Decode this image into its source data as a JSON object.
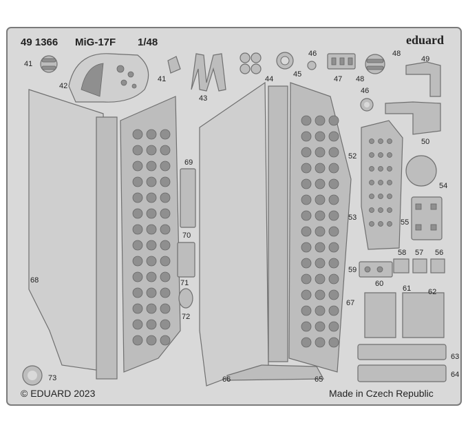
{
  "header": {
    "set_number": "49 1366",
    "model": "MiG-17F",
    "scale": "1/48",
    "brand": "eduard"
  },
  "footer": {
    "copyright": "© EDUARD 2023",
    "origin": "Made in Czech Republic"
  },
  "part_numbers": {
    "p41a": "41",
    "p42": "42",
    "p41b": "41",
    "p43": "43",
    "p44": "44",
    "p45": "45",
    "p46a": "46",
    "p47": "47",
    "p48a": "48",
    "p48b": "48",
    "p46b": "46",
    "p49": "49",
    "p50": "50",
    "p52": "52",
    "p53": "53",
    "p54": "54",
    "p55": "55",
    "p57": "57",
    "p56": "56",
    "p58": "58",
    "p59": "59",
    "p60": "60",
    "p61": "61",
    "p62": "62",
    "p63": "63",
    "p64": "64",
    "p65": "65",
    "p66": "66",
    "p67": "67",
    "p68": "68",
    "p69": "69",
    "p70": "70",
    "p71": "71",
    "p72": "72",
    "p73": "73"
  },
  "colors": {
    "fret_fill": "#d9d9d9",
    "fret_edge": "#7a7a7a",
    "part_fill": "#bdbdbd",
    "text": "#222222"
  }
}
